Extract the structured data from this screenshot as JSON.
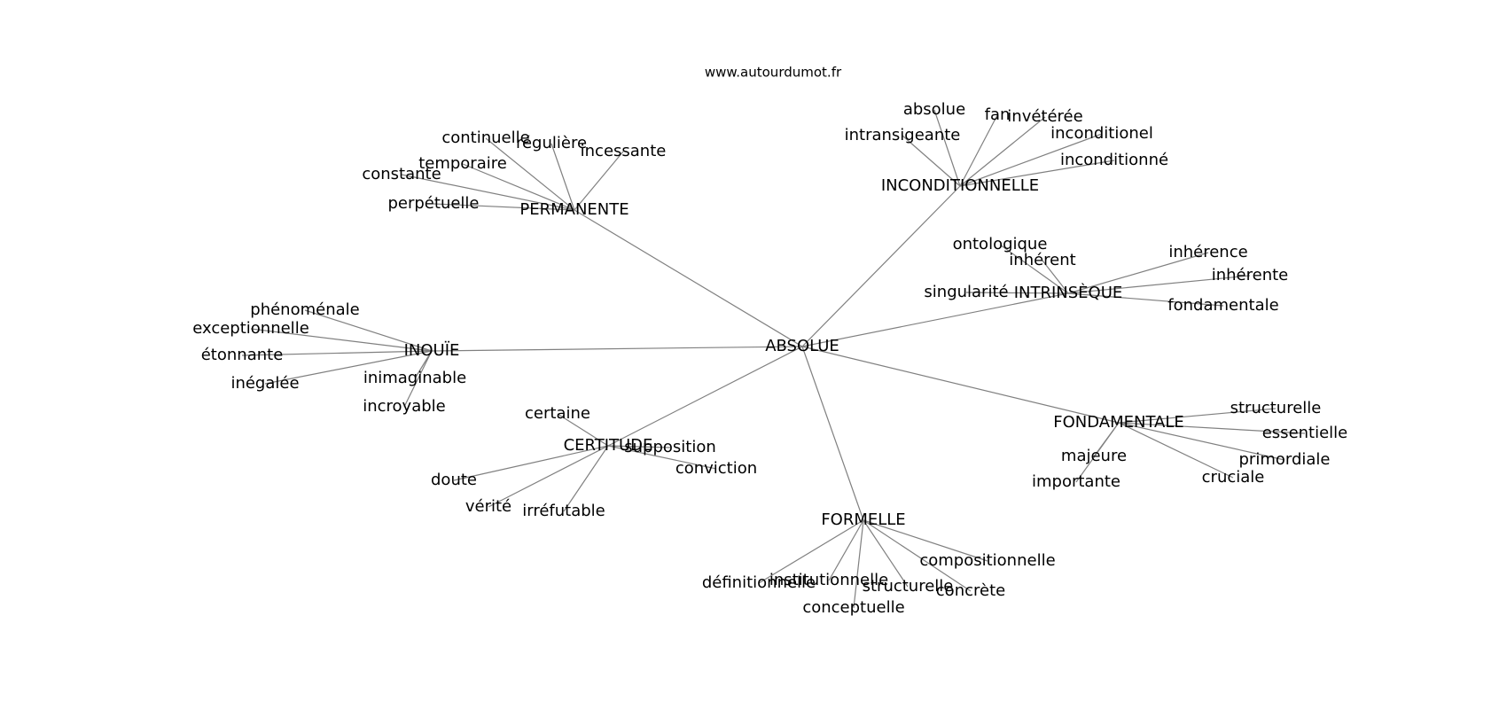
{
  "site": "www.autourdumot.fr",
  "root": "ABSOLUE",
  "groups": [
    {
      "hub": "PERMANENTE",
      "leaves": [
        "continuelle",
        "régulière",
        "incessante",
        "temporaire",
        "constante",
        "perpétuelle"
      ]
    },
    {
      "hub": "INCONDITIONNELLE",
      "leaves": [
        "absolue",
        "fan",
        "invétérée",
        "intransigeante",
        "inconditionel",
        "inconditionné"
      ]
    },
    {
      "hub": "INTRINSÈQUE",
      "leaves": [
        "ontologique",
        "inhérent",
        "inhérence",
        "inhérente",
        "singularité",
        "fondamentale"
      ]
    },
    {
      "hub": "INOUÏE",
      "leaves": [
        "phénoménale",
        "exceptionnelle",
        "étonnante",
        "inégalée",
        "inimaginable",
        "incroyable"
      ]
    },
    {
      "hub": "CERTITUDE",
      "leaves": [
        "certaine",
        "supposition",
        "conviction",
        "doute",
        "vérité",
        "irréfutable"
      ]
    },
    {
      "hub": "FONDAMENTALE",
      "leaves": [
        "structurelle",
        "essentielle",
        "primordiale",
        "cruciale",
        "majeure",
        "importante"
      ]
    },
    {
      "hub": "FORMELLE",
      "leaves": [
        "compositionnelle",
        "définitionnelle",
        "institutionnelle",
        "structurelle",
        "concrète",
        "conceptuelle"
      ]
    }
  ]
}
